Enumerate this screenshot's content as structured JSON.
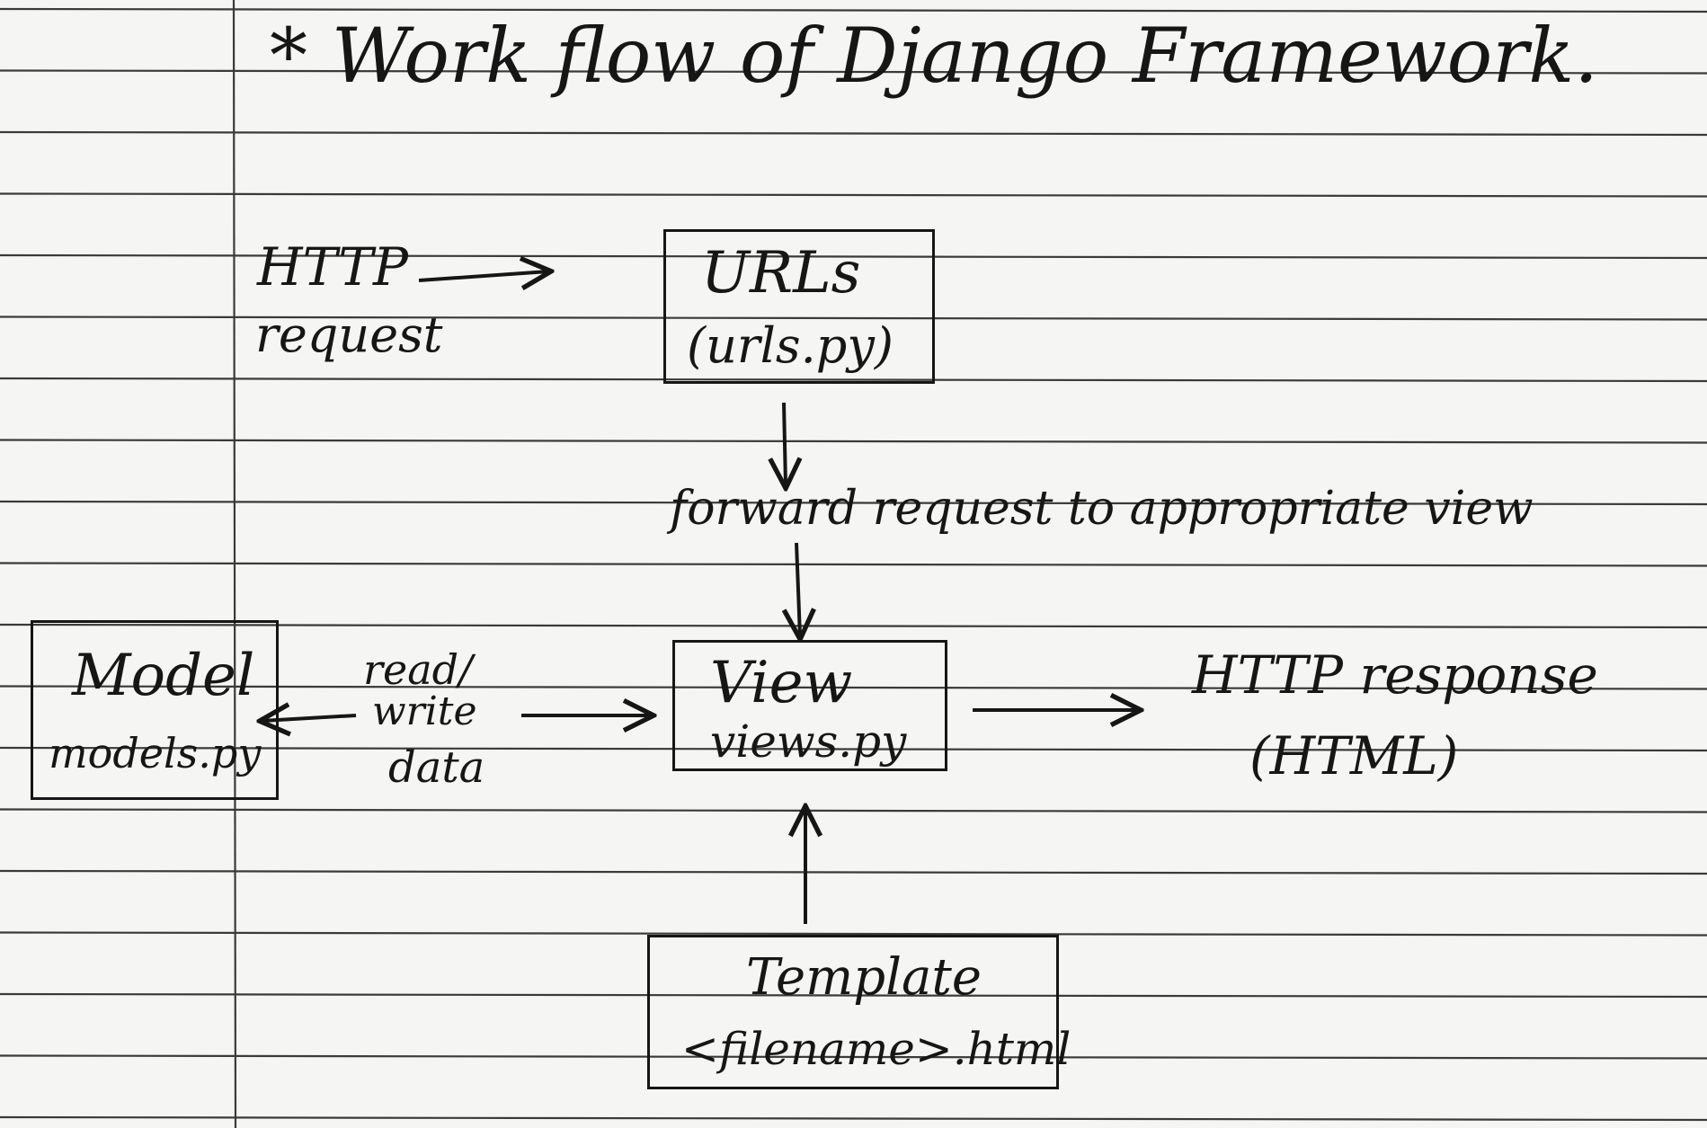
{
  "title": "* Work flow of Django Framework.",
  "http_request": {
    "line1": "HTTP",
    "line2": "request"
  },
  "urls_box": {
    "line1": "URLs",
    "line2": "(urls.py)"
  },
  "forward_label": "forward request to appropriate view",
  "model_box": {
    "line1": "Model",
    "line2": "models.py"
  },
  "read_write_label": {
    "line1": "read/",
    "line2": "write",
    "line3": "data"
  },
  "view_box": {
    "line1": "View",
    "line2": "views.py"
  },
  "http_response": {
    "line1": "HTTP response",
    "line2": "(HTML)"
  },
  "template_box": {
    "line1": "Template",
    "line2": "<filename>.html"
  },
  "colors": {
    "ink": "#161616",
    "paper": "#f5f5f3",
    "rule_line": "#3a3a3a"
  }
}
